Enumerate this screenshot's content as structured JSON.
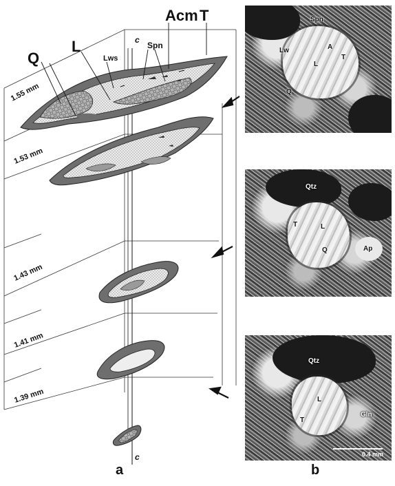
{
  "panel_a": {
    "letter": "a",
    "labels": {
      "acm": "Acm",
      "t": "T",
      "q": "Q",
      "l": "L",
      "lws": "Lws",
      "spn": "Spn",
      "c_top": "c",
      "c_bottom": "c"
    },
    "depths": [
      "1.55 mm",
      "1.53 mm",
      "1.43 mm",
      "1.41 mm",
      "1.39 mm"
    ]
  },
  "panel_b": {
    "letter": "b",
    "micrographs": [
      {
        "labels": [
          "Spn",
          "A",
          "T",
          "L",
          "Lw",
          "Q"
        ]
      },
      {
        "labels": [
          "Qtz",
          "T",
          "L",
          "Q",
          "Ap"
        ]
      },
      {
        "labels": [
          "Qtz",
          "T",
          "L",
          "Gln"
        ],
        "scale": "0.4 mm"
      }
    ]
  },
  "colors": {
    "rim": "#6e6e6e",
    "interior": "#e4e4e4",
    "quartz": "#9a9a9a",
    "line": "#222222"
  }
}
